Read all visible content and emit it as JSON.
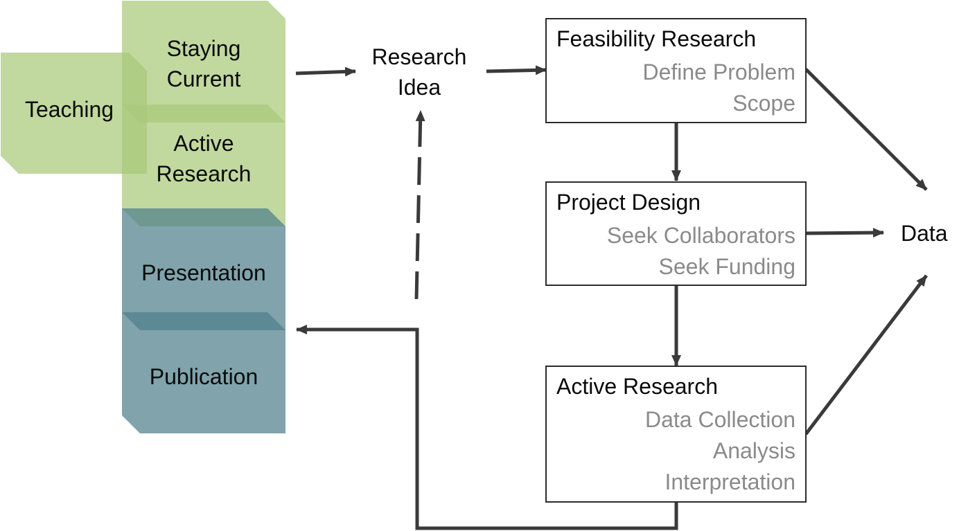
{
  "diagram": {
    "left_blocks": [
      {
        "id": "teaching",
        "label": "Teaching",
        "color": "#a9c97a"
      },
      {
        "id": "staying-current",
        "label": "Staying\nCurrent",
        "color": "#a9c97a"
      },
      {
        "id": "active-research-block",
        "label": "Active\nResearch",
        "color": "#a9c97a"
      },
      {
        "id": "presentation",
        "label": "Presentation",
        "color": "#4f7f8c"
      },
      {
        "id": "publication",
        "label": "Publication",
        "color": "#4f7f8c"
      }
    ],
    "research_idea": "Research\nIdea",
    "data_node": "Data",
    "process_boxes": [
      {
        "id": "feasibility",
        "title": "Feasibility Research",
        "items": [
          "Define Problem",
          "Scope"
        ]
      },
      {
        "id": "project-design",
        "title": "Project Design",
        "items": [
          "Seek Collaborators",
          "Seek Funding"
        ]
      },
      {
        "id": "active-research",
        "title": "Active Research",
        "items": [
          "Data Collection",
          "Analysis",
          "Interpretation"
        ]
      }
    ],
    "colors": {
      "green": "#a9c97a",
      "teal": "#4f7f8c",
      "arrow": "#3a3a3a",
      "subtext": "#8a8a8a"
    },
    "edges": [
      {
        "from": "left-blocks",
        "to": "research-idea",
        "style": "solid"
      },
      {
        "from": "research-idea",
        "to": "feasibility",
        "style": "solid"
      },
      {
        "from": "feasibility",
        "to": "project-design",
        "style": "solid"
      },
      {
        "from": "project-design",
        "to": "active-research",
        "style": "solid"
      },
      {
        "from": "feasibility",
        "to": "data",
        "style": "solid"
      },
      {
        "from": "project-design",
        "to": "data",
        "style": "solid"
      },
      {
        "from": "active-research",
        "to": "data",
        "style": "solid"
      },
      {
        "from": "active-research",
        "to": "presentation-publication",
        "style": "solid"
      },
      {
        "from": "feedback",
        "to": "research-idea",
        "style": "dashed"
      }
    ]
  }
}
